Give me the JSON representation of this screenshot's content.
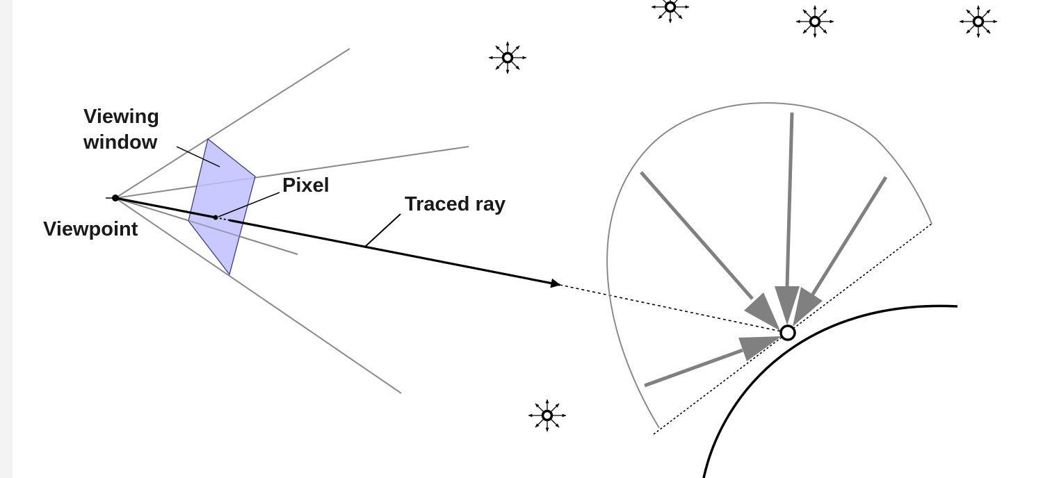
{
  "labels": {
    "viewing_window_line1": "Viewing",
    "viewing_window_line2": "window",
    "pixel": "Pixel",
    "traced_ray": "Traced ray",
    "viewpoint": "Viewpoint"
  },
  "colors": {
    "window_fill": "#c0c0ff",
    "window_stroke": "#3a3a8a",
    "frustum_line": "#8a8a8a",
    "incoming_arrow": "#808080",
    "ray": "#000000",
    "surface": "#000000"
  },
  "icons": {
    "light_source": "light-source-icon"
  }
}
